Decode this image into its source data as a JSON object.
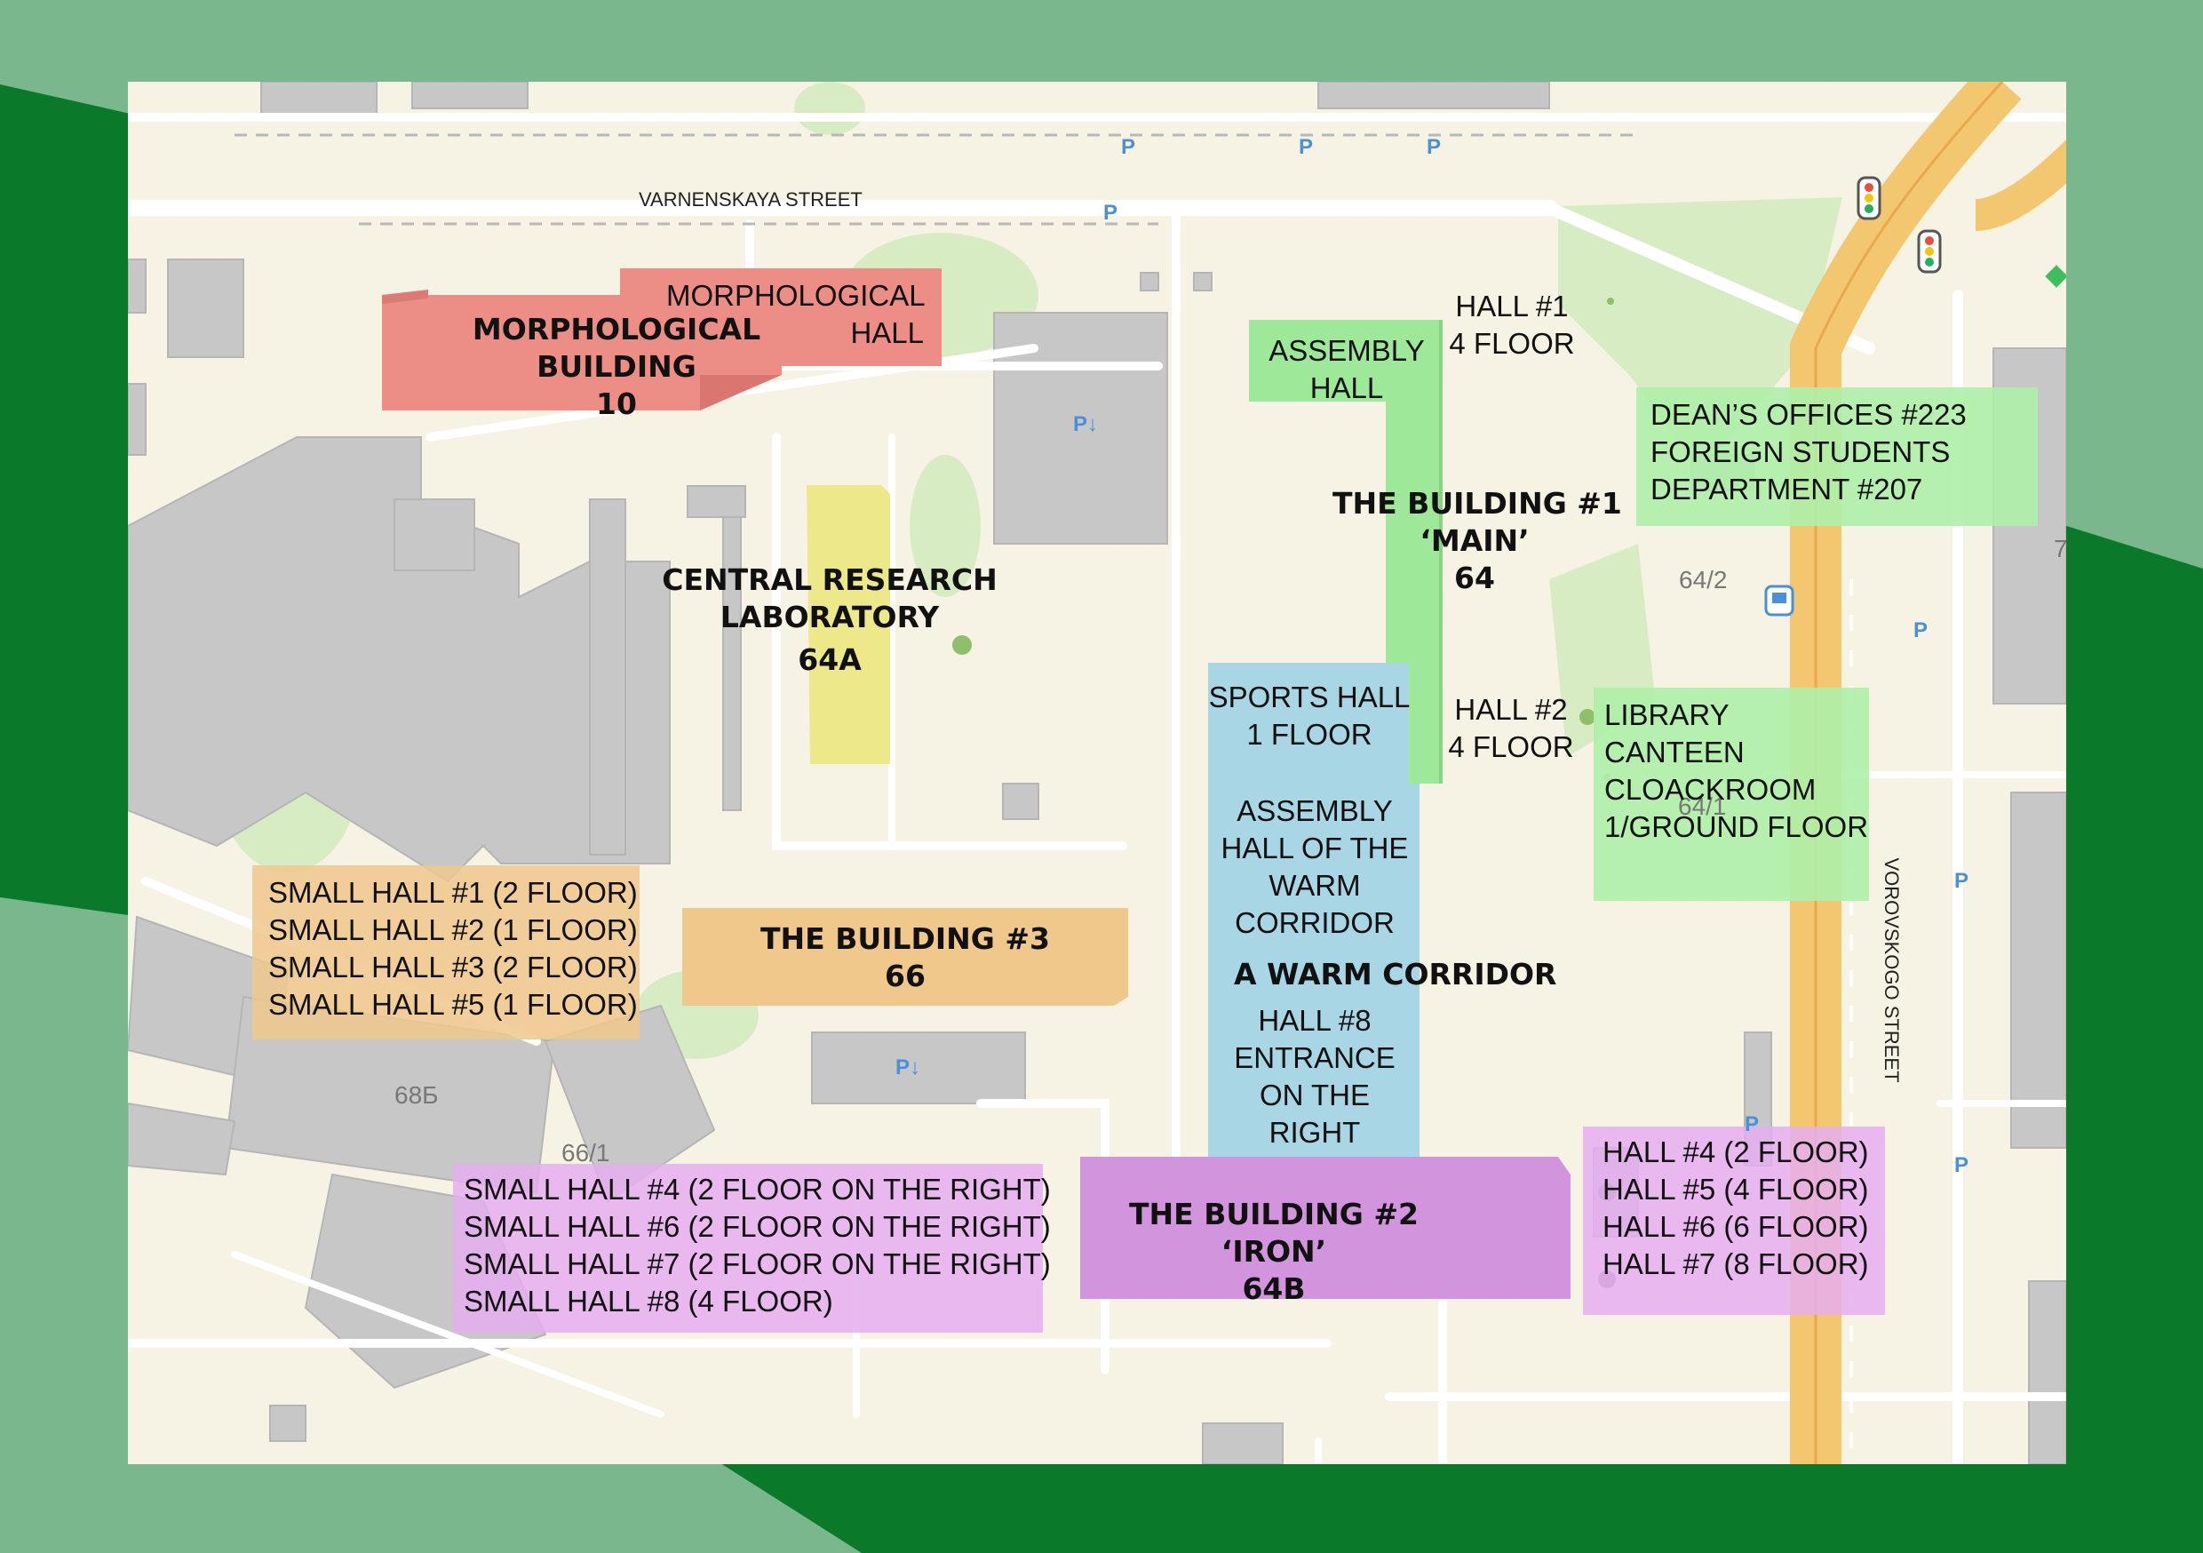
{
  "colors": {
    "frame_light": "#7ab78c",
    "frame_dark": "#0a7a2a",
    "map_bg": "#f6f2e4",
    "morphological": "#ec8d86",
    "main_green": "#9ee89a",
    "research_yellow": "#ede88a",
    "building3_orange": "#f0c88c",
    "corridor_blue": "#a9d6e4",
    "iron_purple": "#d394de",
    "road_orange": "#f3c76f",
    "grey_building": "#c7c7c7"
  },
  "streets": {
    "varnenskaya": "VARNENSKAYA STREET",
    "vorovskogo": "VOROVSKOGO STREET"
  },
  "map_numbers": {
    "n64_2": "64/2",
    "n64_1": "64/1",
    "n68b": "68Б",
    "n66_1": "66/1",
    "edge7": "7"
  },
  "parking": {
    "symbol": "P",
    "sub": "P↓"
  },
  "labels": {
    "morph_building": [
      "MORPHOLOGICAL",
      "BUILDING",
      "10"
    ],
    "morph_hall": [
      "MORPHOLOGICAL",
      "HALL"
    ],
    "hall1": [
      "HALL #1",
      "4 FLOOR"
    ],
    "assembly_hall": [
      "ASSEMBLY",
      "HALL"
    ],
    "deans": [
      "DEAN’S OFFICES #223",
      "FOREIGN STUDENTS",
      "DEPARTMENT #207"
    ],
    "building1": [
      "THE BUILDING #1",
      "‘MAIN’",
      "64"
    ],
    "central_lab": [
      "CENTRAL RESEARCH",
      "LABORATORY",
      "64A"
    ],
    "sports_hall": [
      "SPORTS HALL",
      "1 FLOOR"
    ],
    "hall2": [
      "HALL #2",
      "4 FLOOR"
    ],
    "library": [
      "LIBRARY",
      "CANTEEN",
      "CLOACKROOM",
      "1/GROUND FLOOR"
    ],
    "assembly_warm": [
      "ASSEMBLY",
      "HALL OF THE",
      "WARM",
      "CORRIDOR"
    ],
    "warm_corridor": "A WARM CORRIDOR",
    "hall8": [
      "HALL #8",
      "ENTRANCE",
      "ON THE",
      "RIGHT"
    ],
    "small_halls_a": [
      "SMALL HALL #1 (2 FLOOR)",
      "SMALL HALL #2 (1 FLOOR)",
      "SMALL HALL #3 (2 FLOOR)",
      "SMALL HALL #5 (1 FLOOR)"
    ],
    "building3": [
      "THE BUILDING #3",
      "66"
    ],
    "small_halls_b": [
      "SMALL HALL #4 (2 FLOOR ON THE RIGHT)",
      "SMALL HALL #6 (2 FLOOR ON THE RIGHT)",
      "SMALL HALL #7 (2 FLOOR ON THE RIGHT)",
      "SMALL HALL #8 (4 FLOOR)"
    ],
    "building2": [
      "THE BUILDING #2",
      "‘IRON’",
      "64B"
    ],
    "halls_iron": [
      "HALL #4 (2 FLOOR)",
      "HALL #5 (4 FLOOR)",
      "HALL #6 (6 FLOOR)",
      "HALL #7 (8 FLOOR)"
    ]
  }
}
